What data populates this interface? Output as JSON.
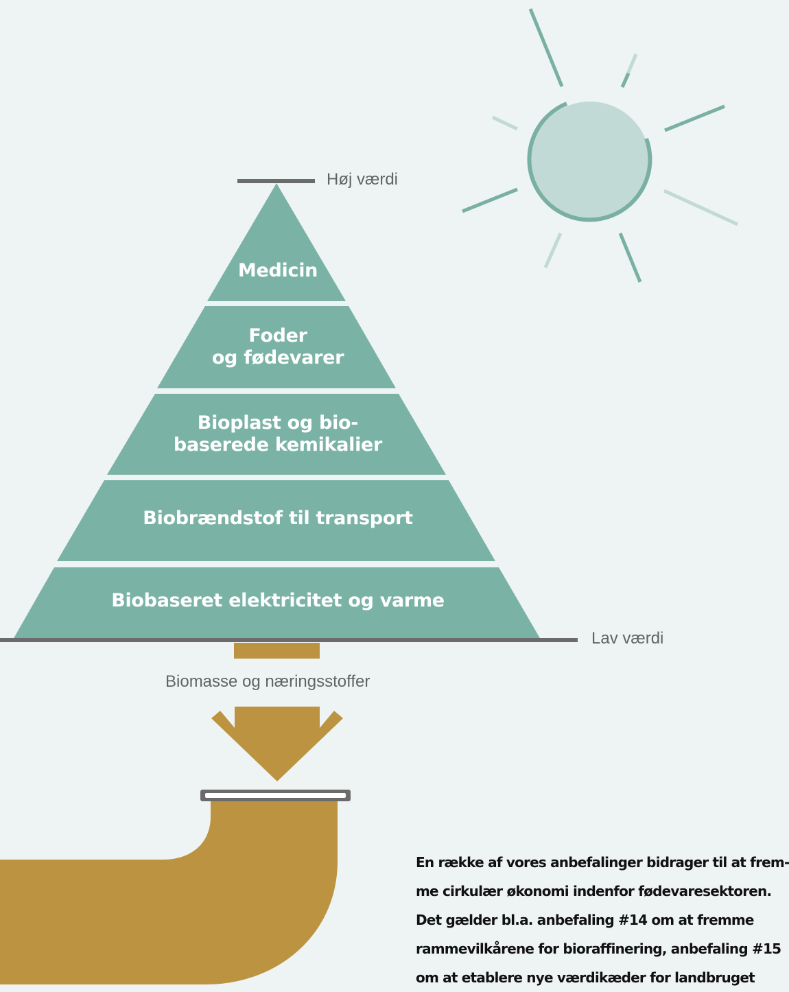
{
  "colors": {
    "background": "#eef3f3",
    "pyramid": "#7ab3a5",
    "biomass": "#bc9441",
    "axis": "#6b6b6b",
    "sun_fill": "#c1dad5",
    "sun_stroke": "#79b0a3"
  },
  "pyramid": {
    "high_label": "Høj værdi",
    "low_label": "Lav værdi",
    "tiers": [
      {
        "lines": [
          "Medicin"
        ]
      },
      {
        "lines": [
          "Foder",
          "og fødevarer"
        ]
      },
      {
        "lines": [
          "Bioplast og bio-",
          "baserede kemikalier"
        ]
      },
      {
        "lines": [
          "Biobrændstof til transport"
        ]
      },
      {
        "lines": [
          "Biobaseret elektricitet og varme"
        ]
      }
    ]
  },
  "flow": {
    "label": "Biomasse og næringsstoffer"
  },
  "text": {
    "lines": [
      "En række af vores anbefalinger bidrager til at frem-",
      "me cirkulær økonomi indenfor fødevaresektoren.",
      "Det gælder bl.a. anbefaling #14 om at fremme",
      "rammevilkårene for bioraffinering, anbefaling #15",
      "om at etablere nye værdikæder for landbruget"
    ]
  }
}
